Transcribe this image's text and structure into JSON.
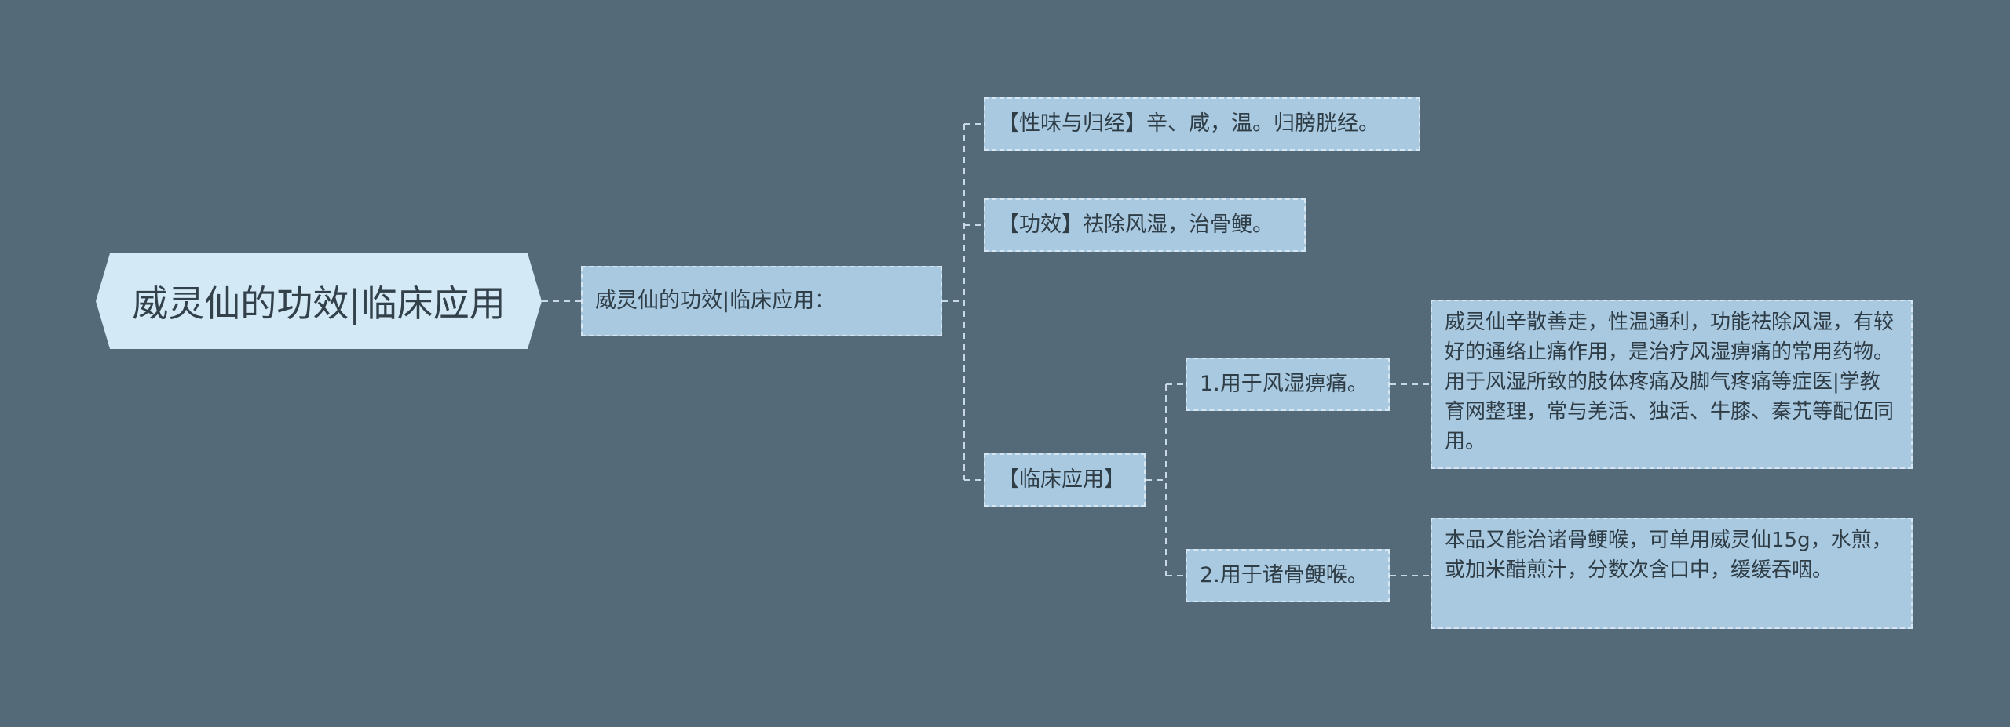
{
  "root": {
    "title": "威灵仙的功效|临床应用"
  },
  "branch": {
    "label": "威灵仙的功效|临床应用："
  },
  "children": {
    "properties": "【性味与归经】辛、咸，温。归膀胱经。",
    "efficacy": "【功效】祛除风湿，治骨鲠。",
    "clinical": "【临床应用】"
  },
  "clinical_items": [
    {
      "label": "1.用于风湿痹痛。",
      "detail": "威灵仙辛散善走，性温通利，功能祛除风湿，有较好的通络止痛作用，是治疗风湿痹痛的常用药物。用于风湿所致的肢体疼痛及脚气疼痛等症医|学教育网整理，常与羌活、独活、牛膝、秦艽等配伍同用。"
    },
    {
      "label": "2.用于诸骨鲠喉。",
      "detail": "本品又能治诸骨鲠喉，可单用威灵仙15g，水煎，或加米醋煎汁，分数次含口中，缓缓吞咽。"
    }
  ],
  "colors": {
    "background": "#546a79",
    "root_fill": "#d3e9f5",
    "node_fill": "#a9c9e0",
    "node_border": "#d6e6f2",
    "connector": "#c8d8e4"
  }
}
